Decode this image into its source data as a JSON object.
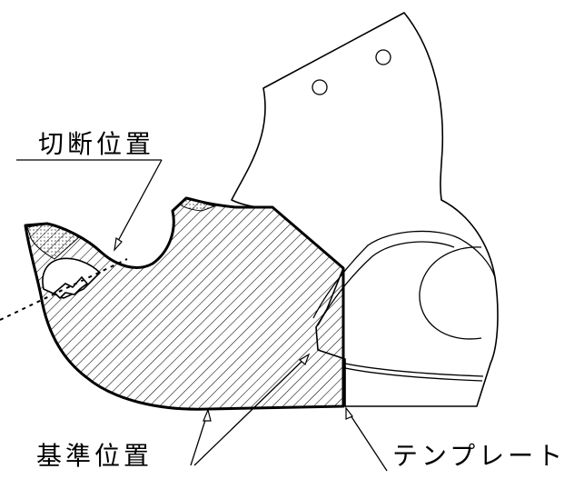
{
  "labels": {
    "cut_position": "切断位置",
    "reference_position": "基準位置",
    "template": "テンプレート"
  },
  "colors": {
    "line": "#000000",
    "background": "#ffffff"
  }
}
